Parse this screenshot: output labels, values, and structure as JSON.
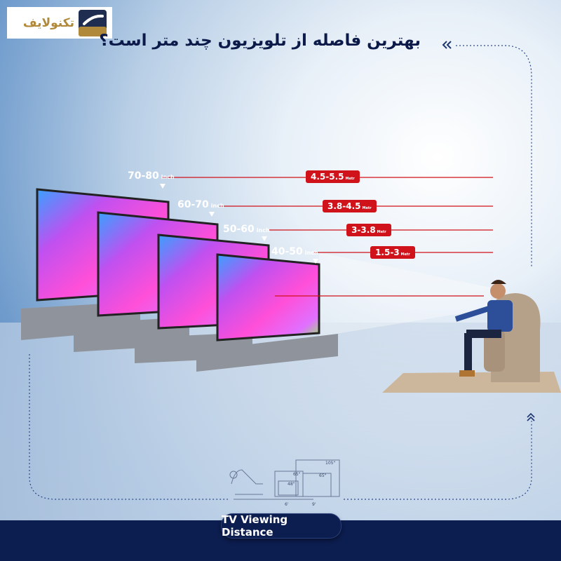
{
  "logo": {
    "text": "تکنولایف",
    "brand_colors": {
      "navy": "#1f2d50",
      "gold": "#b08a3a"
    }
  },
  "header": {
    "title": "بهترین فاصله از تلویزیون چند متر است؟",
    "chevron_icon": "double-chevron-left-icon"
  },
  "rows": [
    {
      "size": "70-80",
      "size_unit": "inch",
      "distance": "4.5-5.5",
      "distance_unit": "Metr"
    },
    {
      "size": "60-70",
      "size_unit": "inch",
      "distance": "3.8-4.5",
      "distance_unit": "Metr"
    },
    {
      "size": "50-60",
      "size_unit": "inch",
      "distance": "3-3.8",
      "distance_unit": "Metr"
    },
    {
      "size": "40-50",
      "size_unit": "inch",
      "distance": "1.5-3",
      "distance_unit": "Metr"
    }
  ],
  "diagram": {
    "sizes": [
      "105\"",
      "65\"",
      "65\"",
      "48\""
    ],
    "distances": [
      "6'",
      "9'"
    ]
  },
  "footer": {
    "label": "TV Viewing  Distance"
  },
  "colors": {
    "accent_red": "#d0121a",
    "navy": "#0c1d4f"
  }
}
